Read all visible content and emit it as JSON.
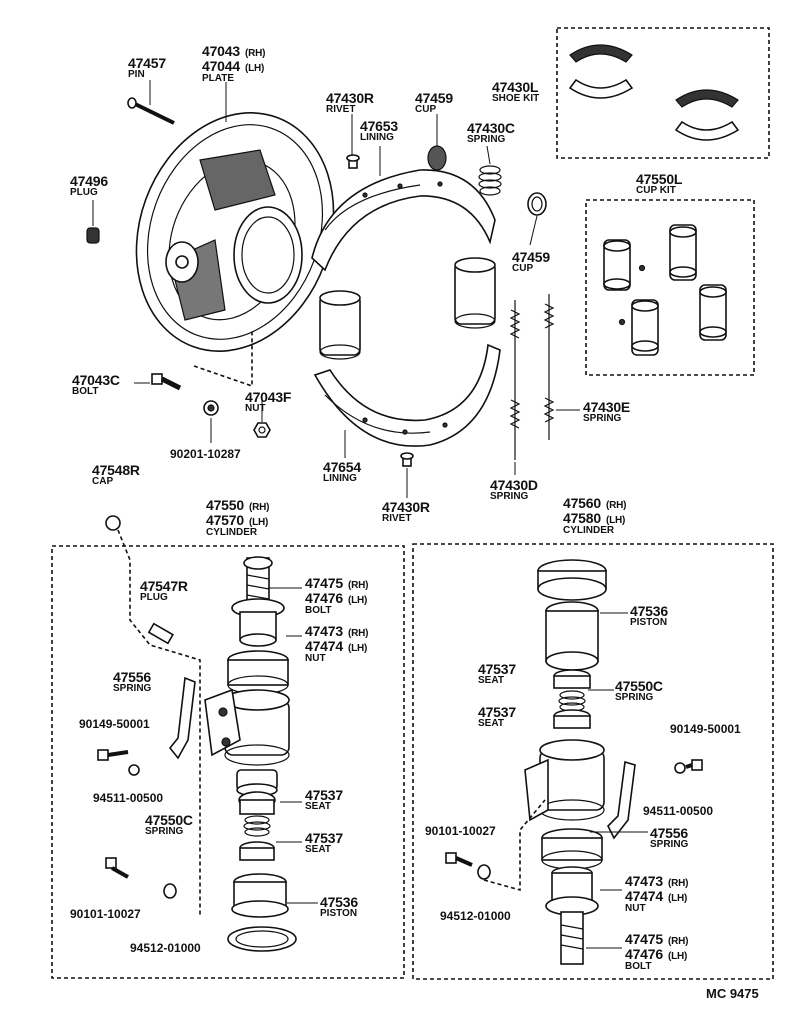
{
  "diagram": {
    "reference": "MC 9475",
    "labels": {
      "pin": {
        "part": "47457",
        "name": "PIN"
      },
      "plate": {
        "part_rh": "47043",
        "part_lh": "47044",
        "rh": "(RH)",
        "lh": "(LH)",
        "name": "PLATE"
      },
      "plug_top": {
        "part": "47496",
        "name": "PLUG"
      },
      "rivet_top": {
        "part": "47430R",
        "name": "RIVET"
      },
      "lining_top": {
        "part": "47653",
        "name": "LINING"
      },
      "cup_top": {
        "part": "47459",
        "name": "CUP"
      },
      "spring_c_top": {
        "part": "47430C",
        "name": "SPRING"
      },
      "shoe_kit": {
        "part": "47430L",
        "name": "SHOE KIT"
      },
      "cup_kit": {
        "part": "47550L",
        "name": "CUP KIT"
      },
      "cup_mid": {
        "part": "47459",
        "name": "CUP"
      },
      "bolt_plate": {
        "part": "47043C",
        "name": "BOLT"
      },
      "nut_plate": {
        "part": "47043F",
        "name": "NUT"
      },
      "washer_code": {
        "part": "90201-10287"
      },
      "spring_e": {
        "part": "47430E",
        "name": "SPRING"
      },
      "lining_bottom": {
        "part": "47654",
        "name": "LINING"
      },
      "spring_d": {
        "part": "47430D",
        "name": "SPRING"
      },
      "rivet_bottom": {
        "part": "47430R",
        "name": "RIVET"
      },
      "cap": {
        "part": "47548R",
        "name": "CAP"
      },
      "cyl_left": {
        "part_rh": "47550",
        "part_lh": "47570",
        "rh": "(RH)",
        "lh": "(LH)",
        "name": "CYLINDER"
      },
      "cyl_right": {
        "part_rh": "47560",
        "part_lh": "47580",
        "rh": "(RH)",
        "lh": "(LH)",
        "name": "CYLINDER"
      },
      "plug_left": {
        "part": "47547R",
        "name": "PLUG"
      },
      "bolt_left": {
        "part_rh": "47475",
        "part_lh": "47476",
        "rh": "(RH)",
        "lh": "(LH)",
        "name": "BOLT"
      },
      "nut_left": {
        "part_rh": "47473",
        "part_lh": "47474",
        "rh": "(RH)",
        "lh": "(LH)",
        "name": "NUT"
      },
      "spring_l": {
        "part": "47556",
        "name": "SPRING"
      },
      "screw_l_code": {
        "part": "90149-50001"
      },
      "washer_l_code": {
        "part": "94511-00500"
      },
      "seat_l1": {
        "part": "47537",
        "name": "SEAT"
      },
      "spring_550c_l": {
        "part": "47550C",
        "name": "SPRING"
      },
      "seat_l2": {
        "part": "47537",
        "name": "SEAT"
      },
      "bolt_l_code": {
        "part": "90101-10027"
      },
      "piston_l": {
        "part": "47536",
        "name": "PISTON"
      },
      "washer2_l_code": {
        "part": "94512-01000"
      },
      "piston_r": {
        "part": "47536",
        "name": "PISTON"
      },
      "seat_r1": {
        "part": "47537",
        "name": "SEAT"
      },
      "spring_550c_r": {
        "part": "47550C",
        "name": "SPRING"
      },
      "seat_r2": {
        "part": "47537",
        "name": "SEAT"
      },
      "screw_r_code": {
        "part": "90149-50001"
      },
      "washer_r_code": {
        "part": "94511-00500"
      },
      "bolt_r_code": {
        "part": "90101-10027"
      },
      "spring_r": {
        "part": "47556",
        "name": "SPRING"
      },
      "nut_right": {
        "part_rh": "47473",
        "part_lh": "47474",
        "rh": "(RH)",
        "lh": "(LH)",
        "name": "NUT"
      },
      "washer2_r_code": {
        "part": "94512-01000"
      },
      "bolt_right": {
        "part_rh": "47475",
        "part_lh": "47476",
        "rh": "(RH)",
        "lh": "(LH)",
        "name": "BOLT"
      }
    }
  }
}
